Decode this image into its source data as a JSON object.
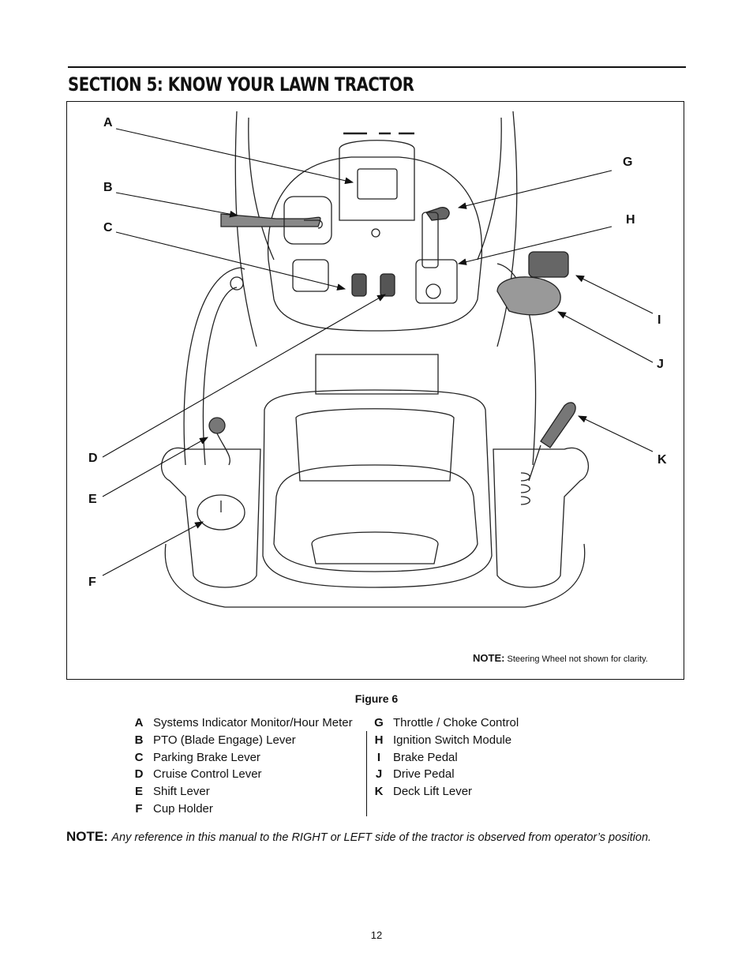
{
  "page": {
    "section_title": "SECTION 5:  KNOW YOUR LAWN TRACTOR",
    "page_number": "12"
  },
  "figure": {
    "callouts": [
      "A",
      "B",
      "C",
      "D",
      "E",
      "F",
      "G",
      "H",
      "I",
      "J",
      "K"
    ],
    "note_label": "NOTE:",
    "note_text": "Steering Wheel not shown for clarity.",
    "caption": "Figure 6"
  },
  "legend": {
    "left": [
      {
        "letter": "A",
        "text": "Systems Indicator Monitor/Hour Meter"
      },
      {
        "letter": "B",
        "text": "PTO (Blade Engage) Lever"
      },
      {
        "letter": "C",
        "text": "Parking Brake Lever"
      },
      {
        "letter": "D",
        "text": "Cruise Control Lever"
      },
      {
        "letter": "E",
        "text": "Shift Lever"
      },
      {
        "letter": "F",
        "text": "Cup Holder"
      }
    ],
    "right": [
      {
        "letter": "G",
        "text": "Throttle / Choke Control"
      },
      {
        "letter": "H",
        "text": "Ignition Switch Module"
      },
      {
        "letter": "I",
        "text": "Brake Pedal"
      },
      {
        "letter": "J",
        "text": "Drive Pedal"
      },
      {
        "letter": "K",
        "text": "Deck Lift Lever"
      }
    ]
  },
  "note": {
    "label": "NOTE:",
    "text": "Any reference in this manual to the RIGHT or LEFT side of the tractor is observed from operator’s position."
  }
}
